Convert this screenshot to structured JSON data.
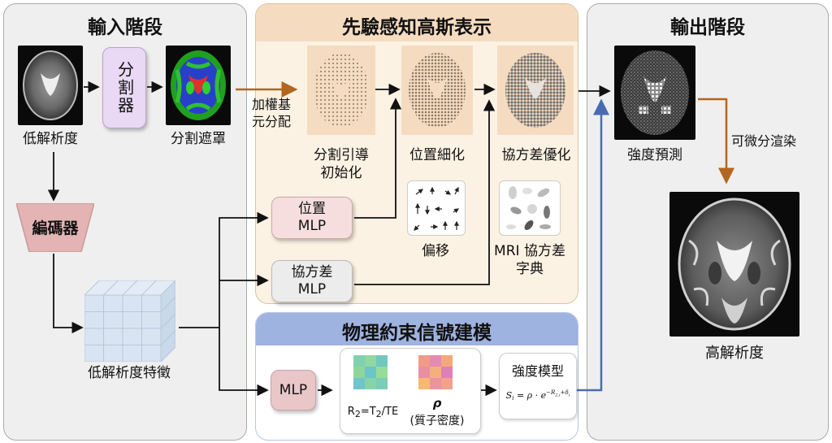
{
  "panels": {
    "input": {
      "title": "輸入階段"
    },
    "prior": {
      "title": "先驗感知高斯表示"
    },
    "output": {
      "title": "輸出階段"
    },
    "physics": {
      "title": "物理約束信號建模"
    }
  },
  "input": {
    "low_res_label": "低解析度",
    "segmenter_label": "分割器",
    "seg_mask_label": "分割遮罩",
    "encoder_label": "編碼器",
    "features_label": "低解析度特徵",
    "weighted_alloc_label": "加權基\n元分配"
  },
  "prior": {
    "seg_init_label": "分割引導\n初始化",
    "pos_refine_label": "位置細化",
    "cov_opt_label": "協方差優化",
    "pos_mlp_label": "位置\nMLP",
    "cov_mlp_label": "協方差\nMLP",
    "offset_label": "偏移",
    "cov_dict_label": "MRI 協方差\n字典"
  },
  "physics": {
    "mlp_label": "MLP",
    "r2_label_main": "R",
    "r2_label_rest": "=T",
    "r2_label_end": "/TE",
    "rho_symbol": "ρ",
    "rho_label": "(質子密度)",
    "intensity_model_label": "強度模型",
    "formula_lhs": "S",
    "formula_rhs": "= ρ · e"
  },
  "output": {
    "intensity_pred_label": "強度預測",
    "diff_render_label": "可微分渲染",
    "high_res_label": "高解析度"
  },
  "colors": {
    "input_panel_bg": "#efefef",
    "prior_panel_bg": "#fcf2e3",
    "prior_header_bg": "#f5dcc0",
    "physics_header_bg": "#9fb3e0",
    "output_panel_bg": "#efefef",
    "segmenter_bg": "#e9d9f4",
    "encoder_bg": "#e4b4b4",
    "pos_mlp_bg": "#f6dede",
    "cov_mlp_bg": "#ececec",
    "mlp_bg": "#e9c6c8",
    "orange_arrow": "#b3661f",
    "blue_arrow": "#4a6ab3"
  }
}
